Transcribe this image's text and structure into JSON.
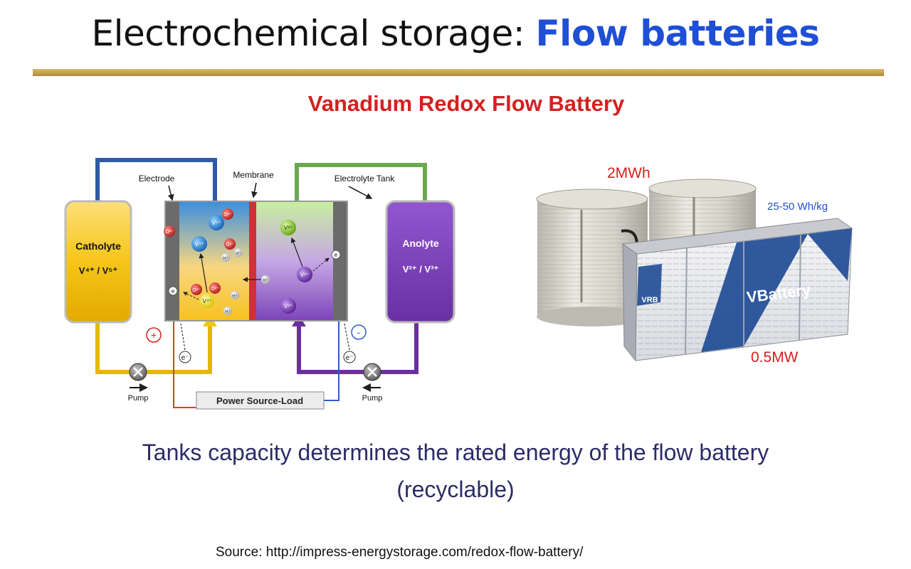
{
  "title": {
    "main": "Electrochemical storage: ",
    "accent": "Flow batteries"
  },
  "subtitle": "Vanadium Redox Flow Battery",
  "diagram": {
    "labels": {
      "electrode": "Electrode",
      "membrane": "Membrane",
      "electrolyte_tank": "Electrolyte Tank",
      "catholyte": "Catholyte",
      "catholyte_ions": "V⁴⁺ / V⁵⁺",
      "anolyte": "Anolyte",
      "anolyte_ions": "V²⁺ / V³⁺",
      "pump_left": "Pump",
      "pump_right": "Pump",
      "power_source": "Power Source-Load",
      "plus": "+",
      "minus": "-",
      "electron": "e⁻"
    },
    "ions": {
      "v4": "V⁴⁺",
      "v5": "V⁵⁺",
      "v2": "V²⁺",
      "v3": "V³⁺",
      "o2": "O²⁻",
      "h": "H⁺",
      "e": "e"
    },
    "colors": {
      "catholyte": "#f4c20d",
      "anolyte": "#7a3fb5",
      "membrane": "#d0303a",
      "pipe_blue": "#3a5fa8",
      "pipe_green": "#6aa84f",
      "pipe_red": "#e03a2f"
    }
  },
  "photo": {
    "label_energy": "2MWh",
    "label_density": "25-50 Wh/kg",
    "label_power": "0.5MW",
    "brand": "VBattery",
    "brand_side": "VRB"
  },
  "caption": {
    "line1": "Tanks capacity determines the rated energy of the flow battery",
    "line2": "(recyclable)"
  },
  "source": "Source: http://impress-energystorage.com/redox-flow-battery/"
}
